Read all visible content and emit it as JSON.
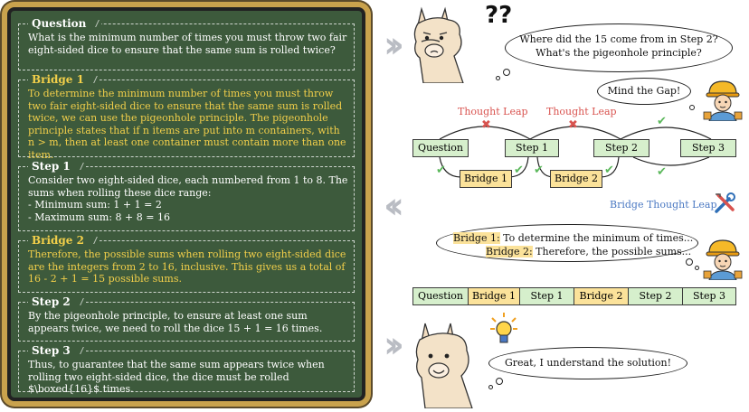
{
  "board": {
    "question": {
      "title": "Question",
      "text": "What is the minimum number of times you must throw two fair eight-sided dice to ensure that the same sum is rolled twice?"
    },
    "bridge1": {
      "title": "Bridge 1",
      "text": "To determine the minimum number of times you must throw two fair eight-sided dice to ensure that the same sum is rolled twice, we can use the pigeonhole principle. The pigeonhole principle states that if  n items are put into m containers, with n > m, then at least one container must contain more than one item."
    },
    "step1": {
      "title": "Step 1",
      "text": "Consider two eight-sided dice, each numbered from 1 to 8. The sums when rolling these dice range:\n- Minimum sum: 1 + 1 = 2\n- Maximum sum: 8 + 8 = 16"
    },
    "bridge2": {
      "title": "Bridge 2",
      "text": "Therefore, the possible sums when rolling two eight-sided dice are the integers from 2 to 16, inclusive. This gives us a total of 16 - 2 + 1 = 15 possible sums."
    },
    "step2": {
      "title": "Step 2",
      "text": "By the pigeonhole principle, to ensure at least one sum appears twice, we need to roll the dice 15 + 1 = 16 times."
    },
    "step3": {
      "title": "Step 3",
      "text": "Thus, to guarantee that the same sum appears twice when rolling two eight-sided dice, the dice must be rolled $\\boxed{16}$ times."
    }
  },
  "confused": {
    "marks": "??",
    "bubble_line1": "Where did the 15 come from in Step 2?",
    "bubble_line2": "What's the pigeonhole principle?"
  },
  "mind_gap": "Mind the Gap!",
  "leap_label_1": "Thought Leap",
  "leap_label_2": "Thought Leap",
  "graph_nodes": {
    "question": "Question",
    "step1": "Step 1",
    "step2": "Step 2",
    "step3": "Step 3",
    "bridge1": "Bridge 1",
    "bridge2": "Bridge 2"
  },
  "bridge_label": "Bridge Thought Leap",
  "bridge_bubble": {
    "l1_key": "Bridge 1:",
    "l1_text": " To determine the minimum of times...",
    "l2_key": "Bridge 2:",
    "l2_text": " Therefore, the possible sums..."
  },
  "sequence": [
    "Question",
    "Bridge 1",
    "Step 1",
    "Bridge 2",
    "Step 2",
    "Step 3"
  ],
  "understood": "Great, I understand the solution!",
  "colors": {
    "step": "#d6efcc",
    "bridge": "#fbe29a",
    "leap": "#d9534f",
    "bridge_label": "#4a78c2",
    "board": "#3d5a3c"
  }
}
